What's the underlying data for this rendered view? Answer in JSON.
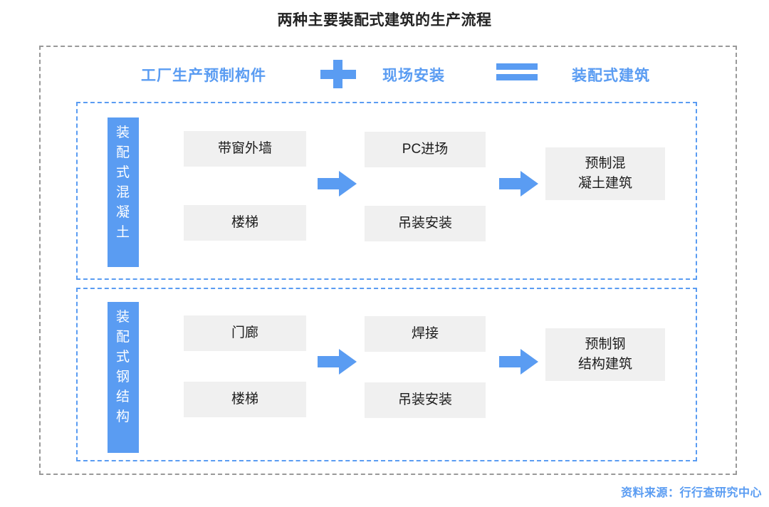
{
  "title": "两种主要装配式建筑的生产流程",
  "equation": {
    "term_factory": "工厂生产预制构件",
    "operator_plus": "plus-sign",
    "term_site": "现场安装",
    "operator_equals": "equals-sign",
    "term_result": "装配式建筑"
  },
  "rows": [
    {
      "category": "装配式混凝土",
      "factory_steps": [
        "带窗外墙",
        "楼梯"
      ],
      "site_steps": [
        "PC进场",
        "吊装安装"
      ],
      "result_lines": [
        "预制混",
        "凝土建筑"
      ]
    },
    {
      "category": "装配式钢结构",
      "factory_steps": [
        "门廊",
        "楼梯"
      ],
      "site_steps": [
        "焊接",
        "吊装安装"
      ],
      "result_lines": [
        "预制钢",
        "结构建筑"
      ]
    }
  ],
  "source": "资料来源：行行查研究中心",
  "colors": {
    "accent_blue": "#5a9cf2",
    "box_gray": "#f0f0f0",
    "frame_gray": "#999999",
    "text_dark": "#222222"
  }
}
